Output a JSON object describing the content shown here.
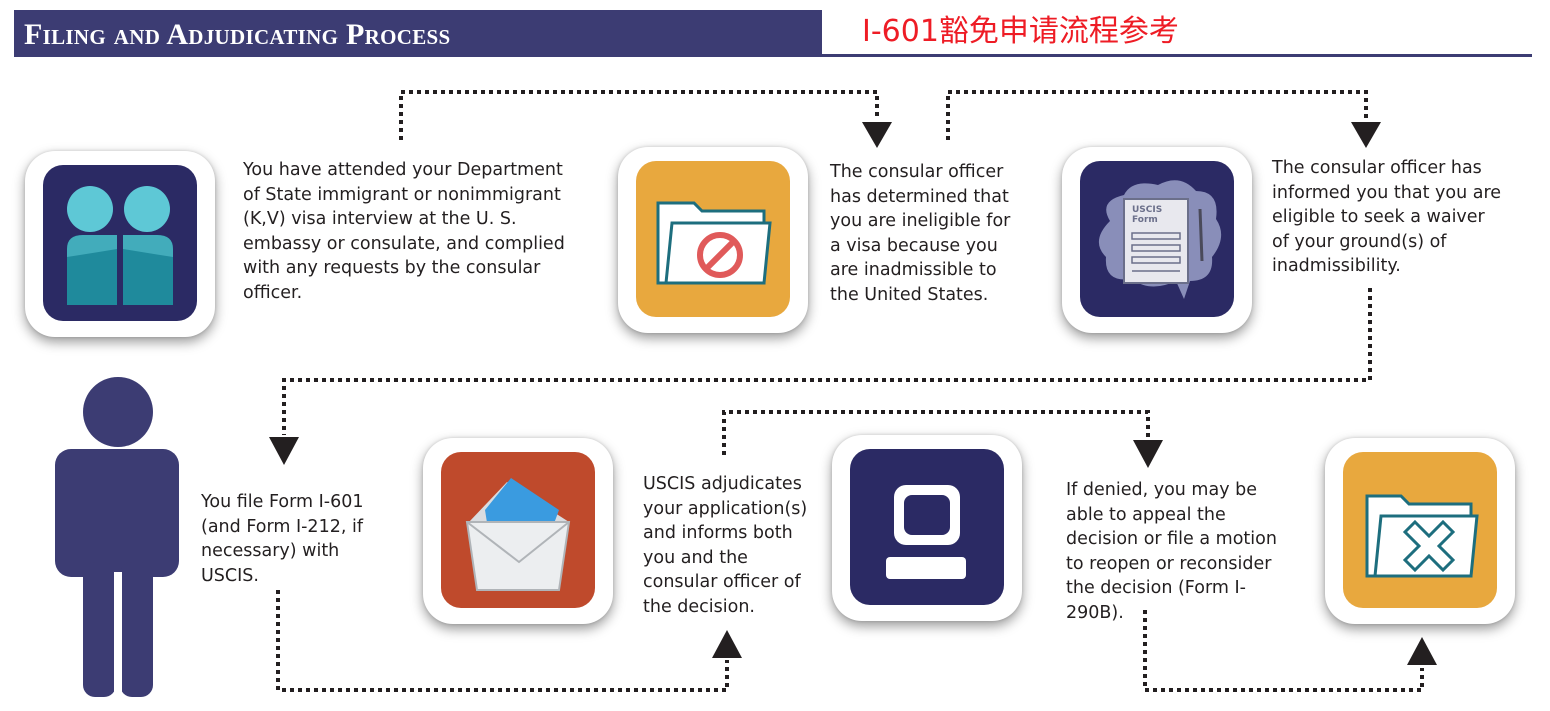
{
  "header": {
    "title": "Filing and Adjudicating Process",
    "subtitle": "I-601豁免申请流程参考"
  },
  "steps": [
    {
      "text": "You have attended your Department of State immigrant or nonimmigrant (K,V) visa interview at the U. S. embassy or consulate, and complied with any requests by the consular officer.",
      "icon": "two-people-icon",
      "color": "#2b2a64"
    },
    {
      "text": "The consular officer has determined that you are ineligible for a visa because you are inadmissible to the United States.",
      "icon": "folder-prohibited-icon",
      "color": "#e8a83e"
    },
    {
      "text": "The consular officer has informed you that you are eligible to seek a waiver of your ground(s) of inadmissibility.",
      "icon": "uscis-form-icon",
      "color": "#2b2a64",
      "form_label": "USCIS Form"
    },
    {
      "text": "You file Form I-601 (and Form I-212, if necessary) with USCIS.",
      "icon": "envelope-icon",
      "color": "#bf4a2c"
    },
    {
      "text": "USCIS adjudicates your application(s) and informs both you and the consular officer of the decision.",
      "icon": "computer-icon",
      "color": "#2b2a64"
    },
    {
      "text": "If denied, you may be able to appeal the decision or file a motion to reopen or reconsider the decision (Form I-290B).",
      "icon": "folder-x-icon",
      "color": "#e8a83e"
    }
  ],
  "colors": {
    "navy": "#3c3c73",
    "subtitle_red": "#ee1c25",
    "person": "#3c3c73",
    "teal": "#5ec8d6"
  }
}
